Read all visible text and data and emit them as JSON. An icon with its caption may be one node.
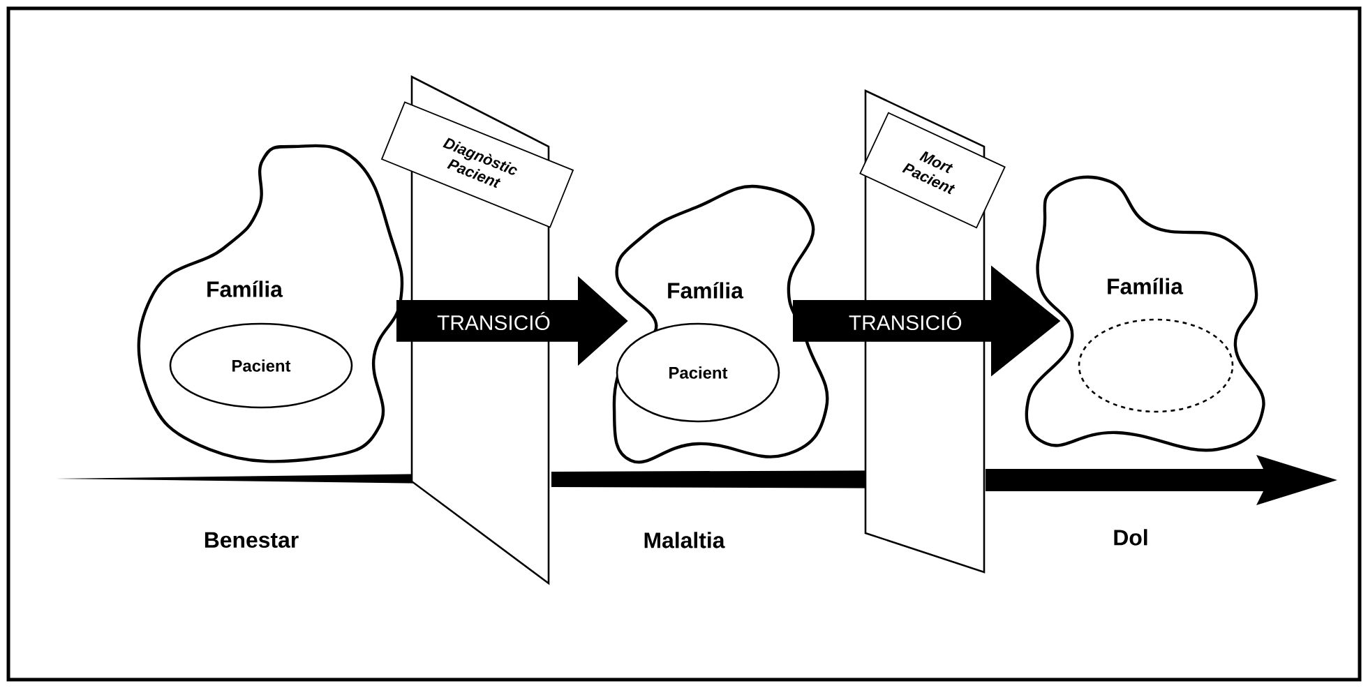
{
  "diagram": {
    "nodes": [
      {
        "text": [
          "Família"
        ]
      },
      {
        "text": [
          "Pacient"
        ],
        "in": 0
      },
      {
        "text": [
          "Família"
        ]
      },
      {
        "text": [
          "Pacient"
        ],
        "in": 2
      },
      {
        "text": [
          "Família"
        ]
      },
      {
        "text": [],
        "shape": "ellipse",
        "in": 4
      },
      {
        "text": [
          "Diagnòstic Pacient"
        ]
      },
      {
        "text": [
          "Mort Pacient"
        ]
      }
    ],
    "edges": [
      {
        "from": 0,
        "to": 2,
        "arrow": "to",
        "label": "TRANSICIÓ"
      },
      {
        "from": 2,
        "to": 4,
        "arrow": "to",
        "label": "TRANSICIÓ"
      }
    ],
    "labels": [
      "Benestar",
      "Malaltia",
      "Dol"
    ]
  }
}
